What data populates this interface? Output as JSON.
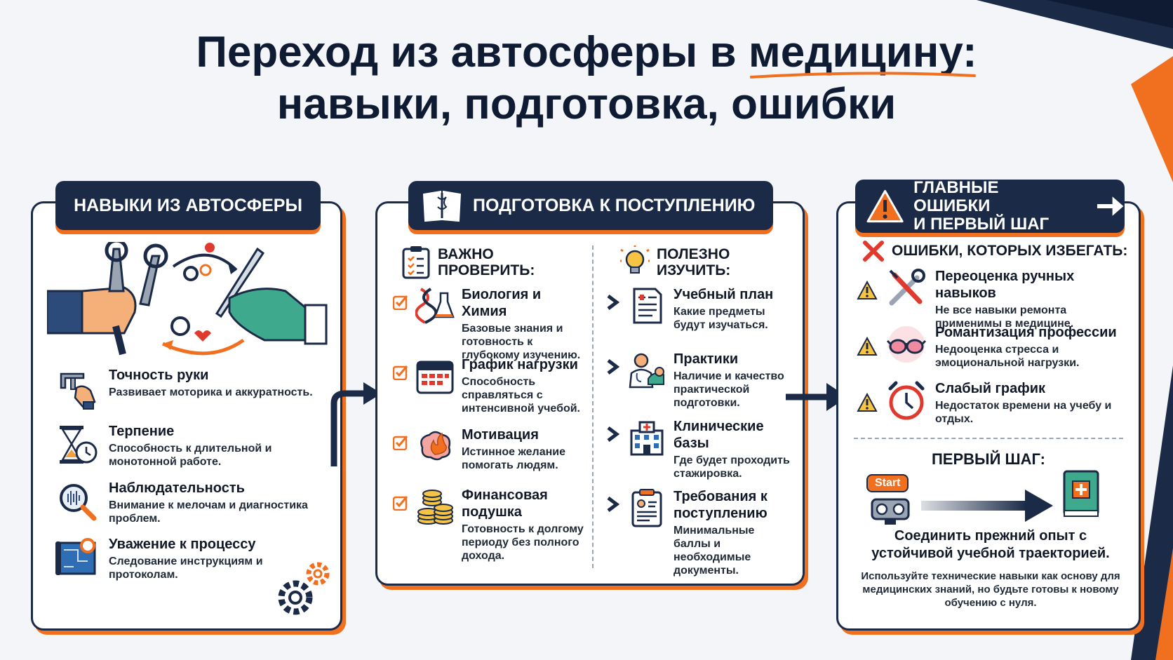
{
  "title": {
    "line1_prefix": "Переход из автосферы в",
    "line1_accent": "медицину:",
    "line2": "навыки, подготовка, ошибки"
  },
  "skills": {
    "header": "НАВЫКИ ИЗ АВТОСФЕРЫ",
    "items": [
      {
        "title": "Точность руки",
        "desc": "Развивает моторика и аккуратность."
      },
      {
        "title": "Терпение",
        "desc": "Способность к длительной и монотонной работе."
      },
      {
        "title": "Наблюдательность",
        "desc": "Внимание к мелочам и диагностика проблем."
      },
      {
        "title": "Уважение к процессу",
        "desc": "Следование инструкциям и протоколам."
      }
    ]
  },
  "prep": {
    "header": "ПОДГОТОВКА К ПОСТУПЛЕНИЮ",
    "left_head": "ВАЖНО ПРОВЕРИТЬ:",
    "right_head": "ПОЛЕЗНО ИЗУЧИТЬ:",
    "left": [
      {
        "title": "Биология и Химия",
        "desc": "Базовые знания и готовность к глубокому изучению."
      },
      {
        "title": "График нагрузки",
        "desc": "Способность справляться с интенсивной учебой."
      },
      {
        "title": "Мотивация",
        "desc": "Истинное желание помогать людям."
      },
      {
        "title": "Финансовая подушка",
        "desc": "Готовность к долгому периоду без полного дохода."
      }
    ],
    "right": [
      {
        "title": "Учебный план",
        "desc": "Какие предметы будут изучаться."
      },
      {
        "title": "Практики",
        "desc": "Наличие и качество практической подготовки."
      },
      {
        "title": "Клинические базы",
        "desc": "Где будет проходить стажировка."
      },
      {
        "title": "Требования к поступлению",
        "desc": "Минимальные баллы и необходимые документы."
      }
    ]
  },
  "errors": {
    "header_line1": "ГЛАВНЫЕ ОШИБКИ",
    "header_line2": "И ПЕРВЫЙ ШАГ",
    "avoid_head": "ОШИБКИ, КОТОРЫХ ИЗБЕГАТЬ:",
    "items": [
      {
        "title": "Переоценка ручных навыков",
        "desc": "Не все навыки ремонта применимы в медицине."
      },
      {
        "title": "Романтизация профессии",
        "desc": "Недооценка стресса и эмоциональной нагрузки."
      },
      {
        "title": "Слабый график",
        "desc": "Недостаток времени на учебу и отдых."
      }
    ],
    "first_step_head": "ПЕРВЫЙ ШАГ:",
    "start_label": "Start",
    "step_bold": "Соединить прежний опыт с устойчивой учебной траекторией.",
    "step_note": "Используйте технические навыки как основу для медицинских знаний, но будьте готовы к новому обучению с нуля."
  },
  "colors": {
    "navy": "#1b2a47",
    "orange": "#f07020",
    "red": "#e03a2f"
  }
}
